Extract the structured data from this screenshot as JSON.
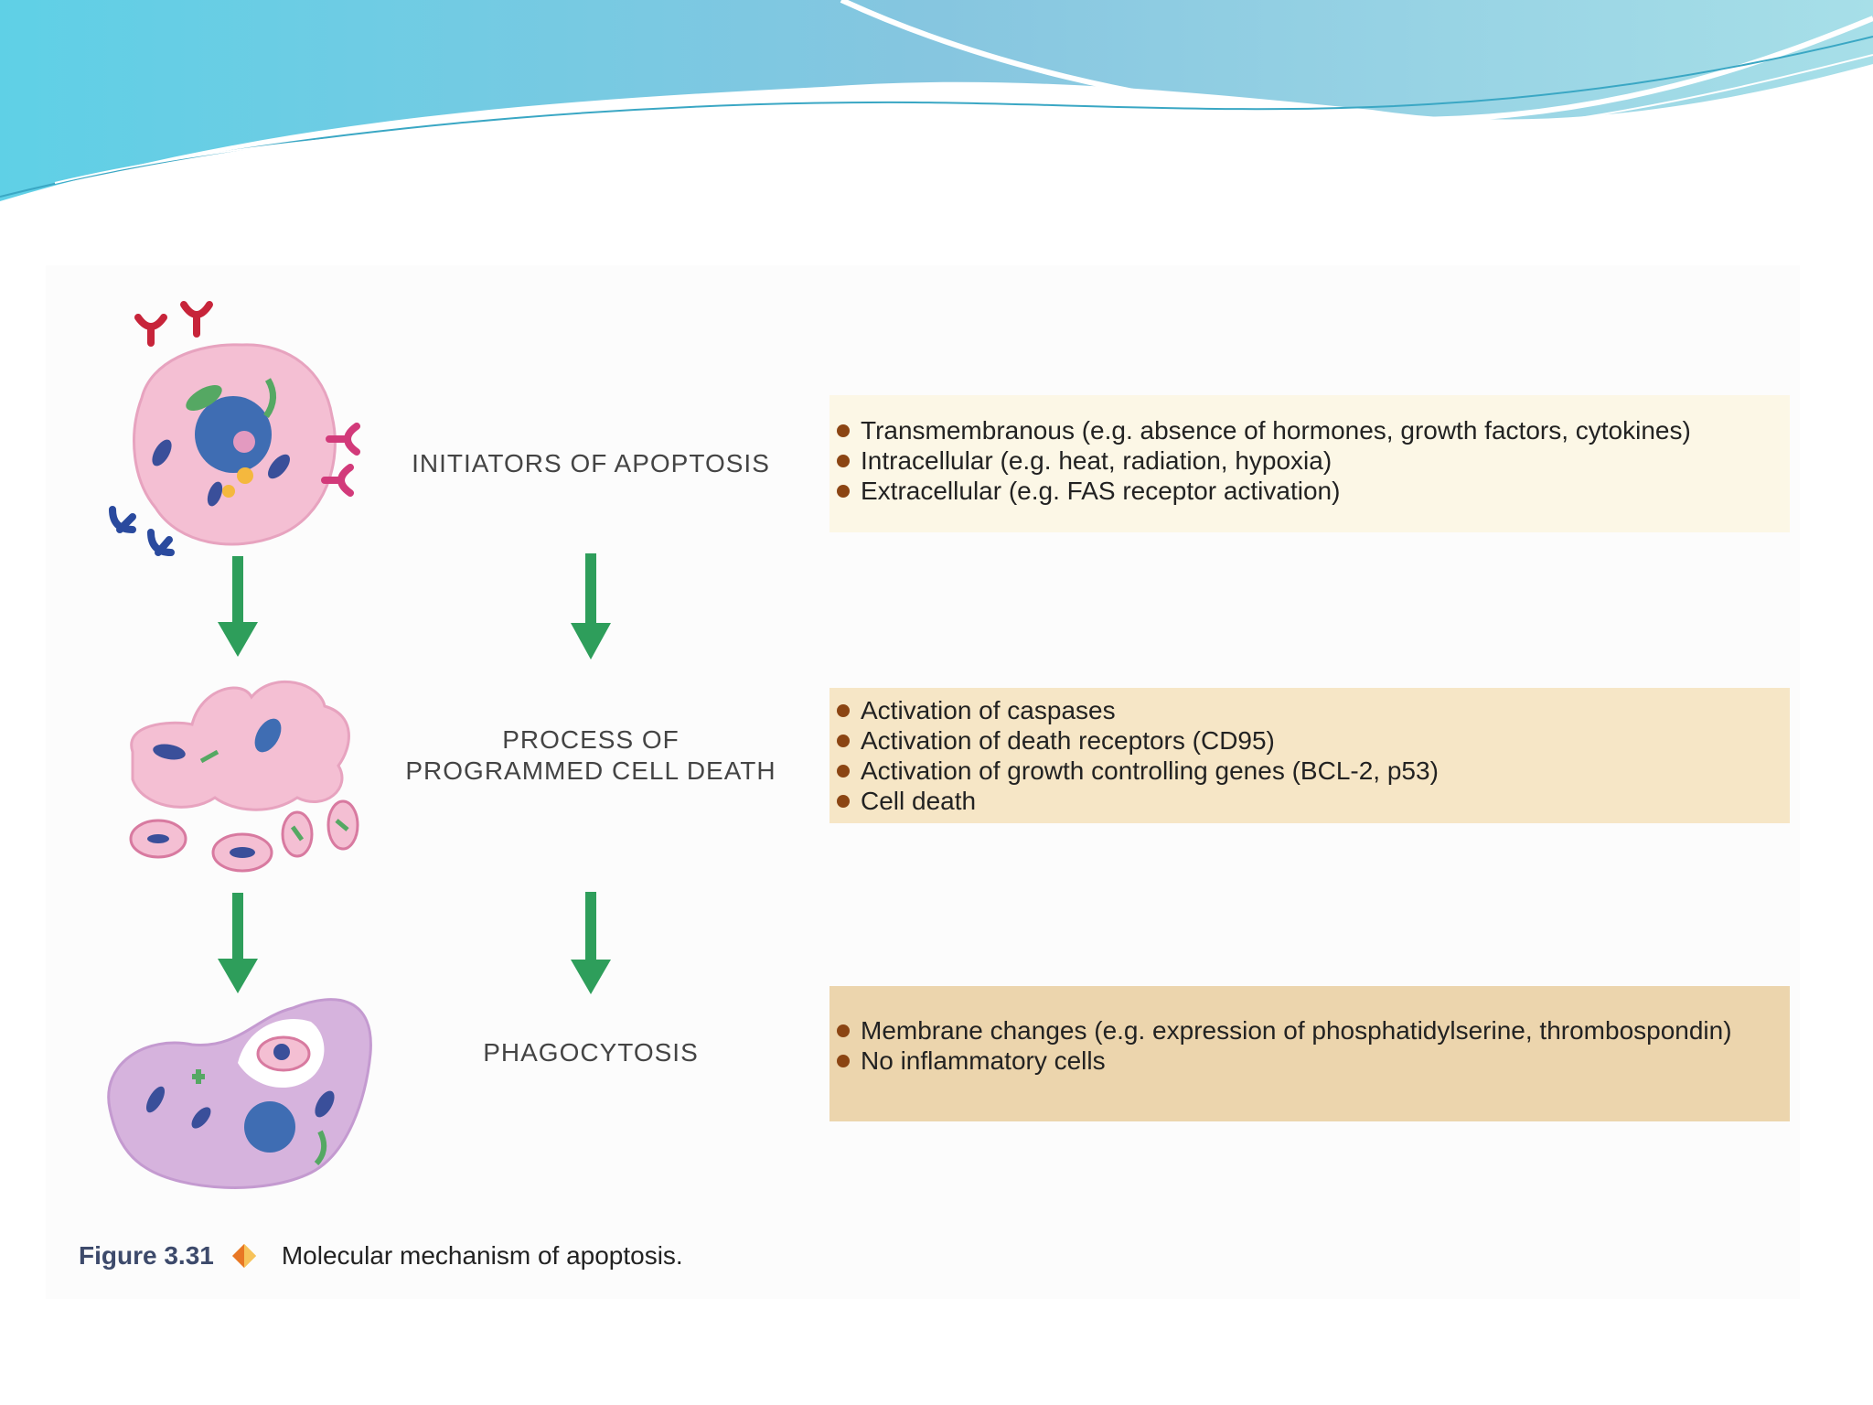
{
  "stages": [
    {
      "label_lines": [
        "INITIATORS OF APOPTOSIS"
      ],
      "items": [
        {
          "text": "Transmembranous (e.g. absence of hormones, growth factors, cytokines)"
        },
        {
          "text": "Intracellular (e.g. heat, radiation, hypoxia)"
        },
        {
          "text": "Extracellular (e.g. FAS receptor activation)"
        }
      ],
      "box_color": "#fcf7e6"
    },
    {
      "label_lines": [
        "PROCESS OF",
        "PROGRAMMED CELL DEATH"
      ],
      "items": [
        {
          "text": "Activation of caspases"
        },
        {
          "text": "Activation of death receptors (CD95)"
        },
        {
          "text": "Activation of growth controlling genes (BCL-2, p53)"
        },
        {
          "text": "Cell death"
        }
      ],
      "box_color": "#f6e6c6"
    },
    {
      "label_lines": [
        "PHAGOCYTOSIS"
      ],
      "items": [
        {
          "text": "Membrane changes (e.g. expression of phosphatidylserine, thrombospondin)"
        },
        {
          "text": "No inflammatory cells"
        }
      ],
      "box_color": "#ecd5ad"
    }
  ],
  "caption": {
    "figure_label": "Figure 3.31",
    "text": "Molecular mechanism of apoptosis."
  },
  "colors": {
    "arrow": "#2e9e5b",
    "bullet": "#8b4513",
    "cell_pink": "#f4bfd3",
    "cell_purple": "#d6b3dd",
    "nucleus": "#3f6db3",
    "wave_top": "#7dd3e3"
  },
  "icons": [
    "receptor-icon",
    "arrow-down-icon",
    "diamond-icon"
  ]
}
